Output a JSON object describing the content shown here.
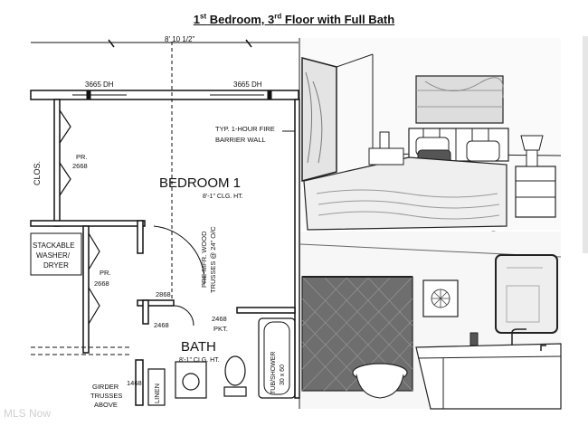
{
  "title": {
    "part1": "1",
    "sup1": "st",
    "part2": " Bedroom, 3",
    "sup2": "rd",
    "part3": " Floor with Full Bath"
  },
  "plan": {
    "dimension_top": "8' 10 1/2\"",
    "window_left": "3665 DH",
    "window_right": "3665 DH",
    "fire_wall": [
      "TYP. 1-HOUR FIRE",
      "BARRIER WALL"
    ],
    "closet": "CLOS.",
    "door_closet": [
      "PR.",
      "2668"
    ],
    "bedroom_name": "BEDROOM 1",
    "bedroom_ceiling": "8'-1\" CLG. HT.",
    "trusses": [
      "PRE-MFR. WOOD",
      "TRUSSES @ 24\" O/C"
    ],
    "stackable": [
      "STACKABLE",
      "WASHER/",
      "DRYER"
    ],
    "door_laundry": [
      "PR.",
      "2668"
    ],
    "door_2868": "2868",
    "door_2468_left": "2468",
    "door_2468_pkt": [
      "2468",
      "PKT."
    ],
    "bath_name": "BATH",
    "bath_ceiling": "8'-1\" CLG. HT.",
    "tub": [
      "TUB/SHOWER",
      "30 x 60"
    ],
    "girder": [
      "GIRDER",
      "TRUSSES",
      "ABOVE"
    ],
    "linen_door": "1468",
    "linen": "LINEN"
  },
  "watermark": "MLS Now"
}
